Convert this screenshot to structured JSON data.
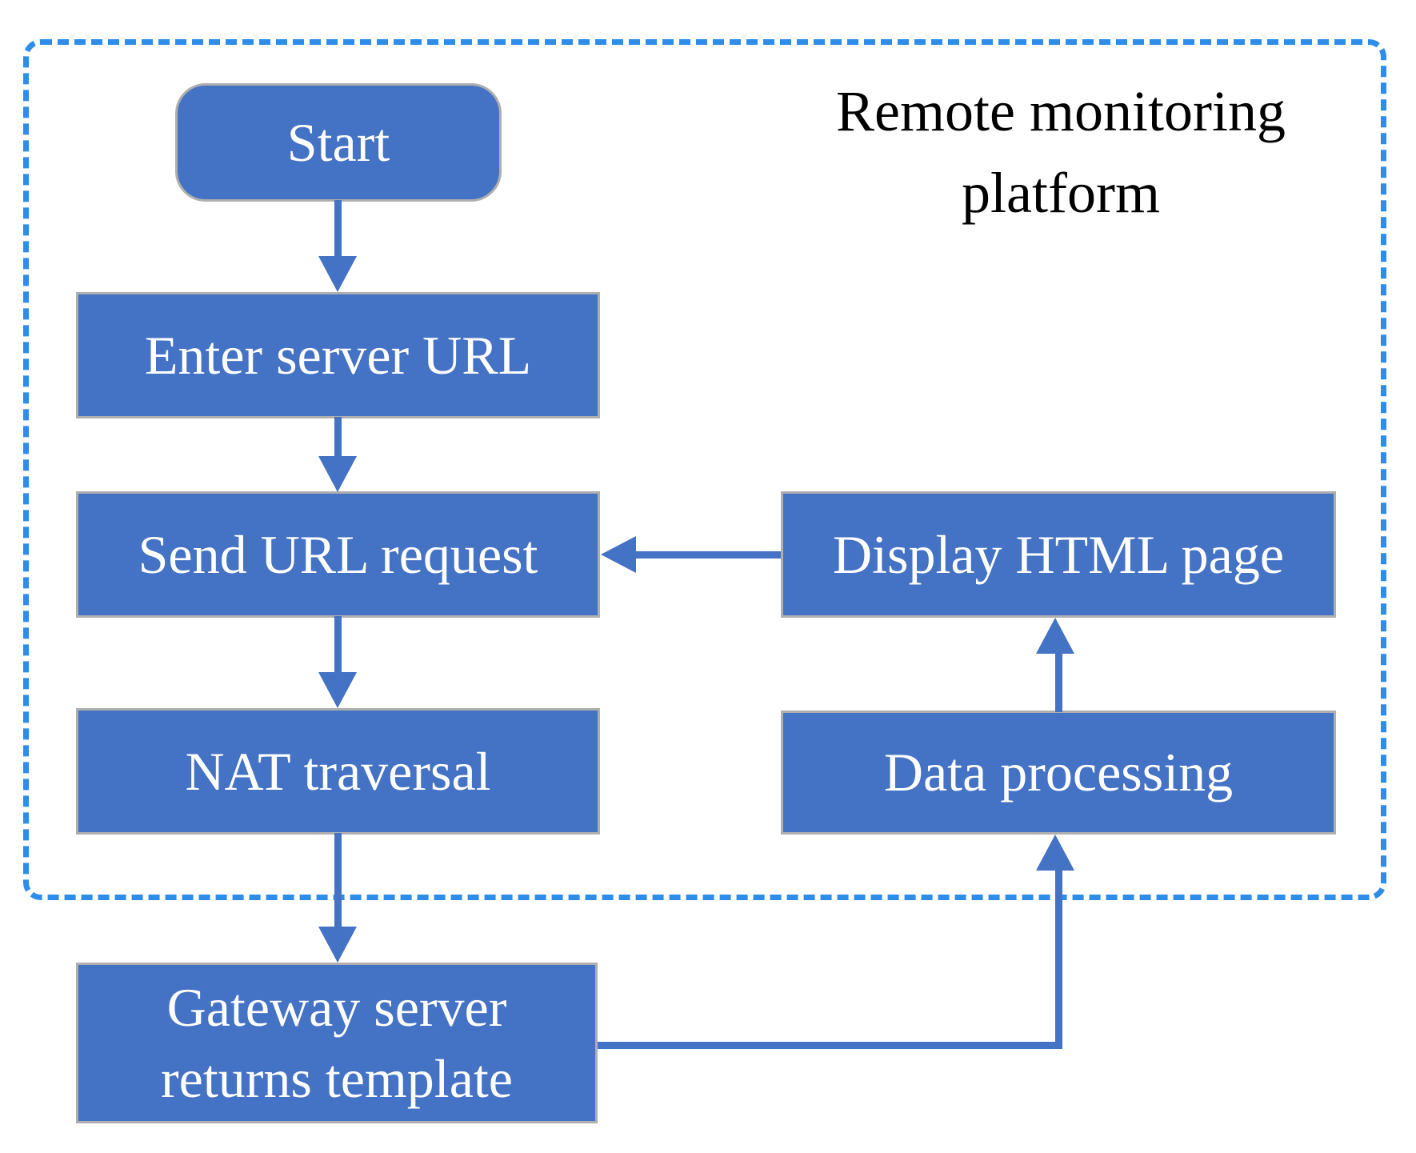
{
  "diagram": {
    "title": "Remote monitoring platform",
    "title_line1": "Remote monitoring",
    "title_line2": "platform",
    "nodes": {
      "start": {
        "label": "Start",
        "type": "terminator"
      },
      "enter_server_url": {
        "label": "Enter server URL",
        "type": "process"
      },
      "send_url_request": {
        "label": "Send URL request",
        "type": "process"
      },
      "nat_traversal": {
        "label": "NAT traversal",
        "type": "process"
      },
      "gateway_server": {
        "label_line1": "Gateway server",
        "label_line2": "returns template",
        "type": "process"
      },
      "display_html_page": {
        "label": "Display HTML page",
        "type": "process"
      },
      "data_processing": {
        "label": "Data processing",
        "type": "process"
      }
    },
    "edges": [
      {
        "from": "start",
        "to": "enter_server_url",
        "direction": "down"
      },
      {
        "from": "enter_server_url",
        "to": "send_url_request",
        "direction": "down"
      },
      {
        "from": "send_url_request",
        "to": "nat_traversal",
        "direction": "down"
      },
      {
        "from": "nat_traversal",
        "to": "gateway_server",
        "direction": "down"
      },
      {
        "from": "gateway_server",
        "to": "data_processing",
        "direction": "right-then-up"
      },
      {
        "from": "data_processing",
        "to": "display_html_page",
        "direction": "up"
      },
      {
        "from": "display_html_page",
        "to": "send_url_request",
        "direction": "left"
      }
    ],
    "colors": {
      "node_fill": "#4472C4",
      "node_border": "#AFAFAF",
      "node_text": "#FFFFFF",
      "connector": "#4472C4",
      "dashed_frame": "#2E8DE9",
      "title_text": "#000000",
      "background": "#FFFFFF"
    }
  }
}
